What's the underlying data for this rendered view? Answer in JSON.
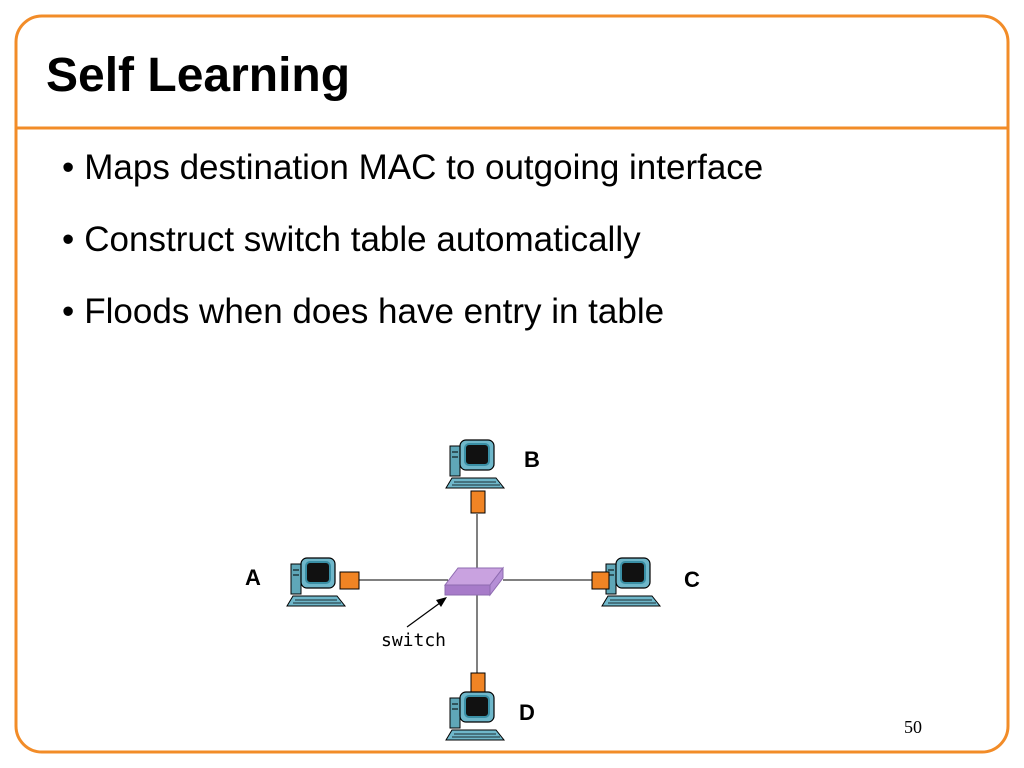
{
  "slide": {
    "title": "Self Learning",
    "bullets": [
      "Maps destination MAC to outgoing interface",
      "Construct switch table automatically",
      "Floods when does have entry in table"
    ],
    "page_number": "50"
  },
  "diagram": {
    "nodes": {
      "a": "A",
      "b": "B",
      "c": "C",
      "d": "D"
    },
    "switch_label": "switch"
  },
  "colors": {
    "frame": "#F28C28",
    "adapter": "#F08424",
    "switch": "#C9A2E0"
  },
  "icons": [
    "computer-icon",
    "network-adapter-icon",
    "switch-icon",
    "arrow-icon"
  ]
}
